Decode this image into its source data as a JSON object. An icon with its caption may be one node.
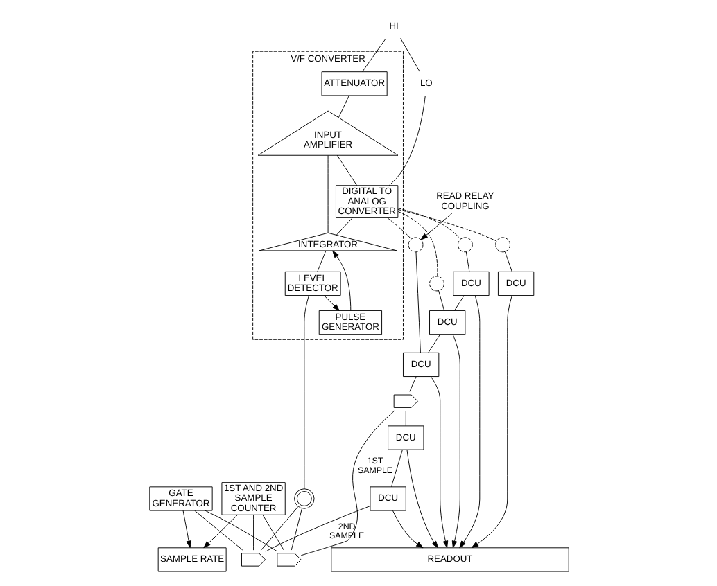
{
  "diagram": {
    "nodes": [
      {
        "text": [
          "V/F CONVERTER"
        ]
      },
      {
        "text": [
          "HI"
        ]
      },
      {
        "text": [
          "LO"
        ]
      },
      {
        "text": [
          "ATTENUATOR"
        ],
        "in": 0
      },
      {
        "text": [
          "INPUT AMPLIFIER"
        ],
        "in": 0
      },
      {
        "text": [
          "INTEGRATOR"
        ],
        "in": 0
      },
      {
        "text": [
          "PULSE GENERATOR"
        ],
        "in": 0
      },
      {
        "text": [
          "LEVEL DETECTOR"
        ],
        "in": 0
      },
      {
        "text": [
          "DIGITAL TO ANALOG CONVERTER"
        ],
        "in": 0
      },
      {
        "text": [],
        "shape": "transformer"
      },
      {
        "text": [],
        "shape": "coil"
      },
      {
        "text": [],
        "shape": "coil"
      },
      {
        "text": [],
        "shape": "coil"
      },
      {
        "text": [],
        "shape": "coil"
      },
      {
        "text": [
          "READ RELAY COUPLING"
        ]
      },
      {
        "text": [
          "DCU"
        ]
      },
      {
        "text": [
          "DCU"
        ]
      },
      {
        "text": [
          "DCU"
        ]
      },
      {
        "text": [
          "DCU"
        ]
      },
      {
        "text": [],
        "shape": "gate"
      },
      {
        "text": [
          "DCU"
        ]
      },
      {
        "text": [
          "DCU"
        ]
      },
      {
        "text": [],
        "shape": "gate"
      },
      {
        "text": [],
        "shape": "gate"
      },
      {
        "text": [
          "1ST AND 2ND SAMPLE COUNTER"
        ]
      },
      {
        "text": [
          "GATE GENERATOR"
        ]
      },
      {
        "text": [
          "SAMPLE RATE"
        ]
      },
      {
        "text": [
          "READOUT"
        ]
      }
    ],
    "edges": [
      {
        "from": 1,
        "to": 3,
        "arrow": "none"
      },
      {
        "from": 2,
        "to": 8,
        "arrow": "none"
      },
      {
        "from": 1,
        "to": 2,
        "arrow": "none"
      },
      {
        "from": 3,
        "to": 4,
        "arrow": "none"
      },
      {
        "from": 4,
        "to": 5,
        "arrow": "none"
      },
      {
        "from": 5,
        "to": 7,
        "arrow": "none"
      },
      {
        "from": 7,
        "to": 6,
        "arrow": "to"
      },
      {
        "from": 6,
        "to": 5,
        "arrow": "to"
      },
      {
        "from": 4,
        "to": 8,
        "arrow": "none"
      },
      {
        "from": 8,
        "to": 5,
        "arrow": "none"
      },
      {
        "from": 7,
        "to": 9,
        "arrow": "none"
      },
      {
        "from": 9,
        "to": 22,
        "arrow": "none"
      },
      {
        "from": 9,
        "to": 23,
        "arrow": "none"
      },
      {
        "from": 8,
        "to": 10,
        "arrow": "none",
        "style": "dashed"
      },
      {
        "from": 8,
        "to": 11,
        "arrow": "none",
        "style": "dashed"
      },
      {
        "from": 8,
        "to": 12,
        "arrow": "none",
        "style": "dashed"
      },
      {
        "from": 8,
        "to": 13,
        "arrow": "none",
        "style": "dashed"
      },
      {
        "from": 14,
        "to": 13,
        "arrow": "to"
      },
      {
        "from": 10,
        "to": 15,
        "arrow": "none"
      },
      {
        "from": 11,
        "to": 16,
        "arrow": "none"
      },
      {
        "from": 12,
        "to": 17,
        "arrow": "none"
      },
      {
        "from": 13,
        "to": 18,
        "arrow": "none"
      },
      {
        "from": 16,
        "to": 17,
        "arrow": "none"
      },
      {
        "from": 17,
        "to": 18,
        "arrow": "none"
      },
      {
        "from": 18,
        "to": 19,
        "arrow": "none"
      },
      {
        "from": 19,
        "to": 22,
        "label": "1ST SAMPLE",
        "arrow": "none"
      },
      {
        "from": 19,
        "to": 20,
        "arrow": "none"
      },
      {
        "from": 20,
        "to": 21,
        "arrow": "none"
      },
      {
        "from": 21,
        "to": 23,
        "label": "2ND SAMPLE",
        "arrow": "none"
      },
      {
        "from": 24,
        "to": 22,
        "arrow": "none"
      },
      {
        "from": 24,
        "to": 23,
        "arrow": "none"
      },
      {
        "from": 25,
        "to": 22,
        "arrow": "none"
      },
      {
        "from": 25,
        "to": 23,
        "arrow": "none"
      },
      {
        "from": 24,
        "to": 26,
        "arrow": "to"
      },
      {
        "from": 25,
        "to": 26,
        "arrow": "to"
      },
      {
        "from": 15,
        "to": 27,
        "arrow": "to"
      },
      {
        "from": 16,
        "to": 27,
        "arrow": "to"
      },
      {
        "from": 17,
        "to": 27,
        "arrow": "to"
      },
      {
        "from": 18,
        "to": 27,
        "arrow": "to"
      },
      {
        "from": 20,
        "to": 27,
        "arrow": "to"
      },
      {
        "from": 21,
        "to": 27,
        "arrow": "to"
      }
    ]
  }
}
